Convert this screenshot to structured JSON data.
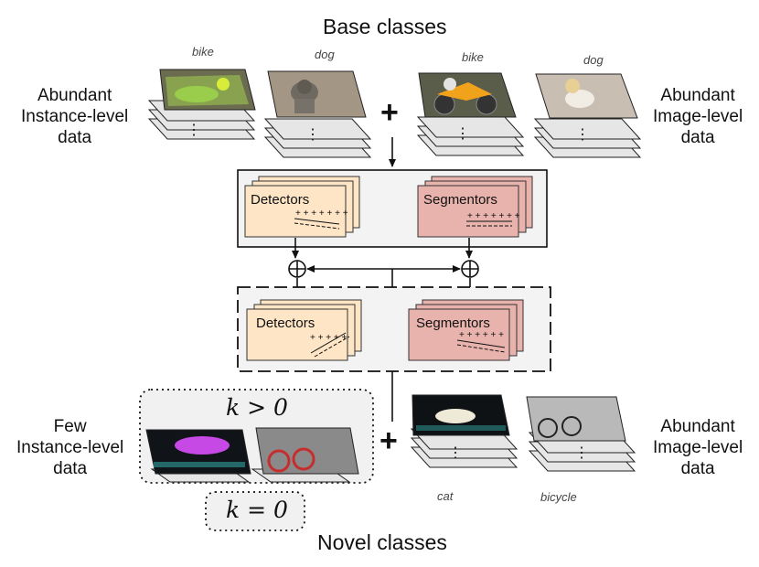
{
  "titles": {
    "base": "Base classes",
    "novel": "Novel classes"
  },
  "side_labels": {
    "top_left": [
      "Abundant",
      "Instance-level",
      "data"
    ],
    "top_right": [
      "Abundant",
      "Image-level",
      "data"
    ],
    "bottom_left": [
      "Few",
      "Instance-level",
      "data"
    ],
    "bottom_right": [
      "Abundant",
      "Image-level",
      "data"
    ]
  },
  "captions": {
    "top_instance_1": "bike",
    "top_instance_2": "dog",
    "top_image_1": "bike",
    "top_image_2": "dog",
    "bottom_image_1": "cat",
    "bottom_image_2": "bicycle"
  },
  "boxes": {
    "detectors_top": "Detectors",
    "segmentors_top": "Segmentors",
    "detectors_bottom": "Detectors",
    "segmentors_bottom": "Segmentors"
  },
  "few_shot": {
    "k_positive": "k > 0",
    "k_zero": "k = 0"
  },
  "symbols": {
    "plus": "+",
    "dots": "⋮",
    "oplus": "⊕"
  },
  "colors": {
    "detector_fill": "#fde5c6",
    "segmentor_fill": "#e8b3ad",
    "panel_fill": "#f3f3f3",
    "stack_fill": "#e6e6e6",
    "line": "#111111"
  }
}
